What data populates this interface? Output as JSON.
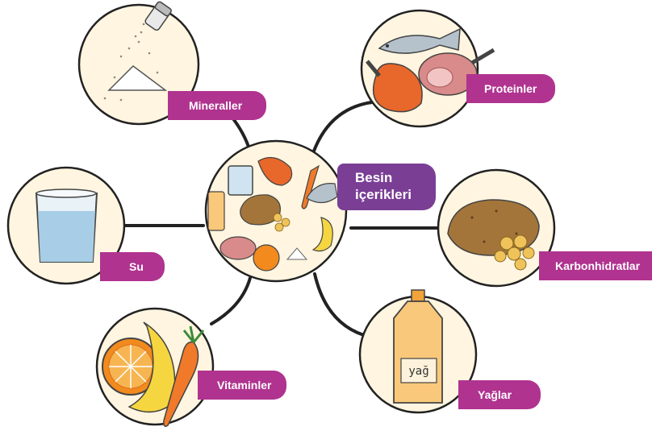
{
  "center": {
    "title_line1": "Besin",
    "title_line2": "içerikleri"
  },
  "nodes": {
    "minerals": {
      "label": "Mineraller"
    },
    "proteins": {
      "label": "Proteinler"
    },
    "water": {
      "label": "Su"
    },
    "carbohydrates": {
      "label": "Karbonhidratlar"
    },
    "vitamins": {
      "label": "Vitaminler"
    },
    "fats": {
      "label": "Yağlar"
    }
  },
  "bottle_text": "yağ",
  "colors": {
    "label_bg": "#b0338f",
    "title_bg": "#7a3e95",
    "connector": "#222222",
    "circle_fill": "#fff5e0"
  }
}
